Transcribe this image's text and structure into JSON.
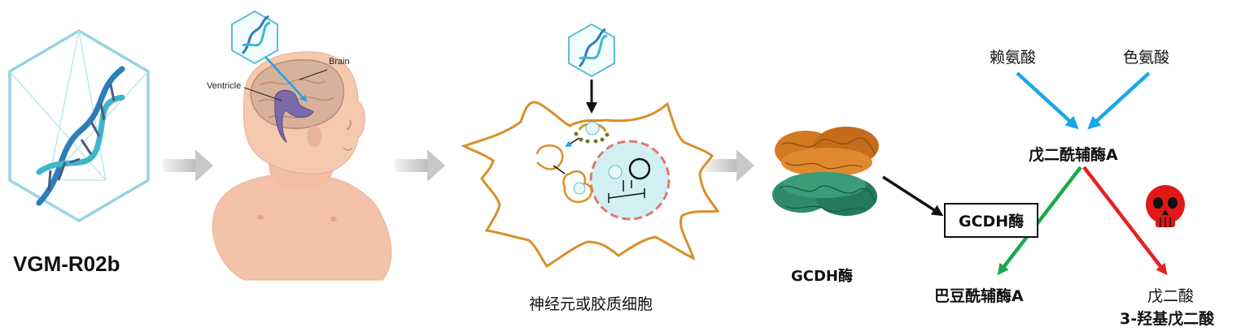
{
  "vector_label": "VGM-R02b",
  "anatomy": {
    "brain": "Brain",
    "ventricle": "Ventricle"
  },
  "cell_label": "神经元或胶质细胞",
  "enzyme_label": "GCDH酶",
  "pathway": {
    "lysine": "赖氨酸",
    "tryptophan": "色氨酸",
    "glutaryl_coa": "戊二酰辅酶A",
    "gcdh_box": "GCDH酶",
    "crotonyl_coa": "巴豆酰辅酶A",
    "glutaric_acid": "戊二酸",
    "hydroxyglutaric": "3-羟基戊二酸"
  },
  "colors": {
    "capsid": "#5fbfcf",
    "dna_blue": "#2c7fb8",
    "arrow_blue": "#1aa7e8",
    "arrow_green": "#1aaa4a",
    "arrow_red": "#e82020",
    "cell_membrane": "#d8902a",
    "gray_arrow": "#c8c8c8"
  }
}
